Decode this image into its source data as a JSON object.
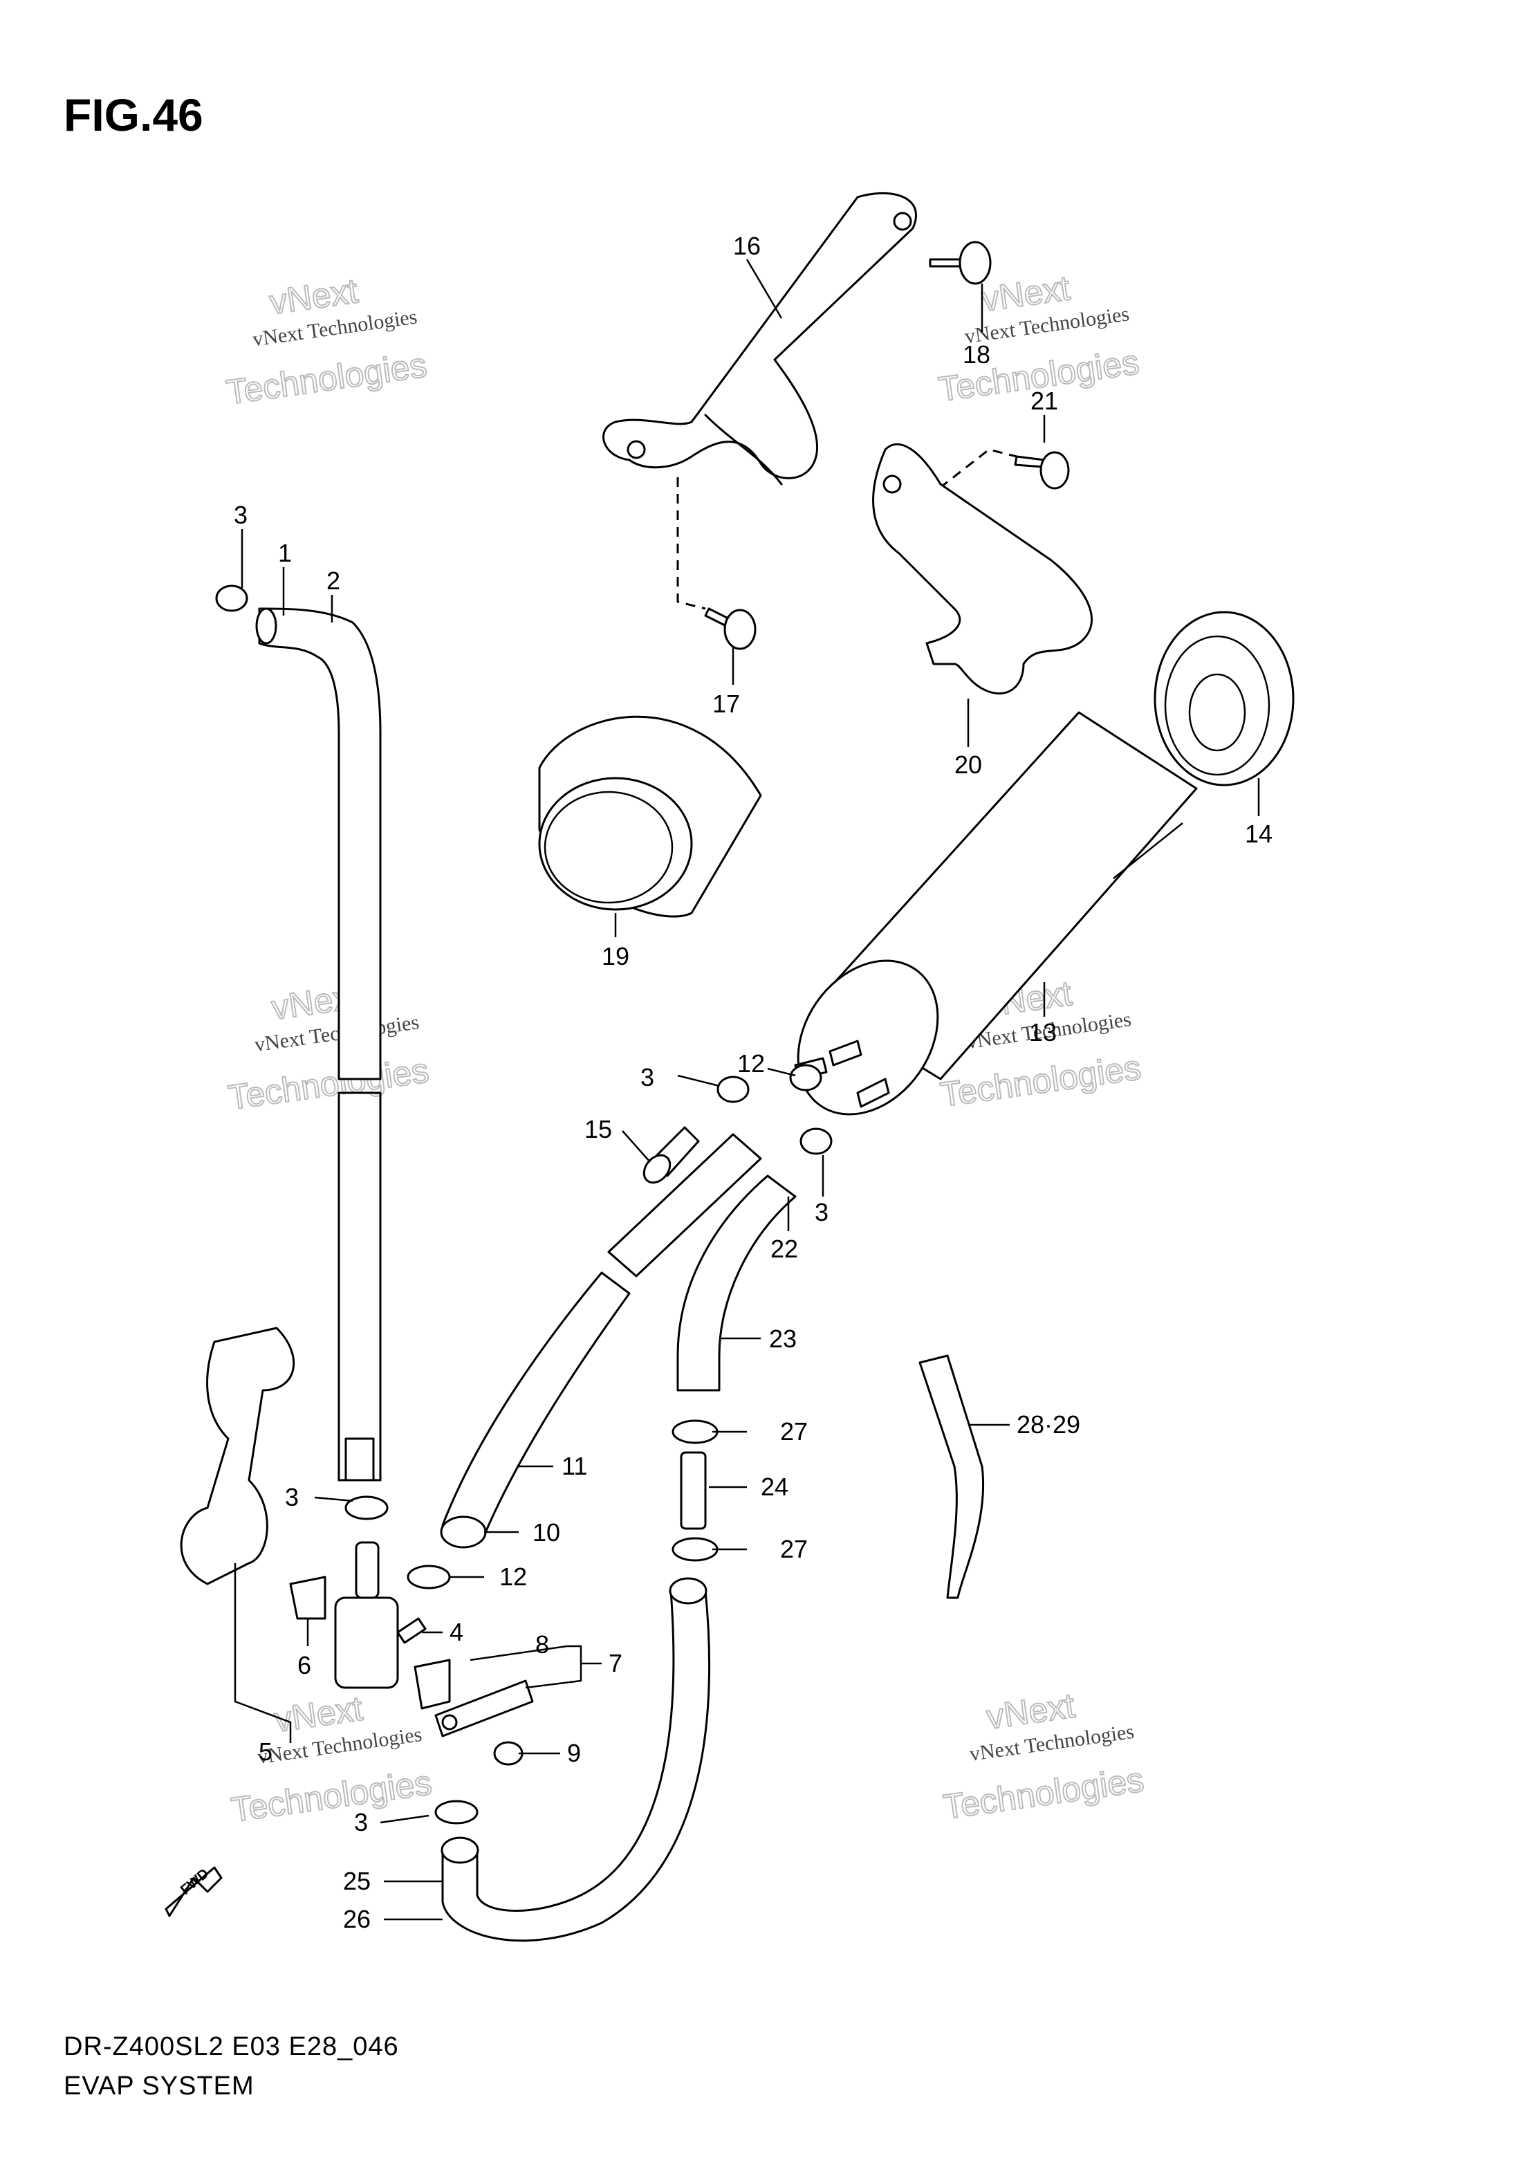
{
  "figure": "FIG.46",
  "model_code": "DR-Z400SL2 E03 E28_046",
  "system_name": "EVAP SYSTEM",
  "watermark": {
    "line1": "vNext",
    "line2": "vNext Technologies",
    "line3": "Technologies"
  },
  "fwd_label": "FWD",
  "labels": [
    "1",
    "2",
    "3",
    "4",
    "5",
    "6",
    "7",
    "8",
    "9",
    "10",
    "11",
    "12",
    "13",
    "14",
    "15",
    "16",
    "17",
    "18",
    "19",
    "20",
    "21",
    "22",
    "23",
    "24",
    "25",
    "26",
    "27",
    "28·29"
  ]
}
